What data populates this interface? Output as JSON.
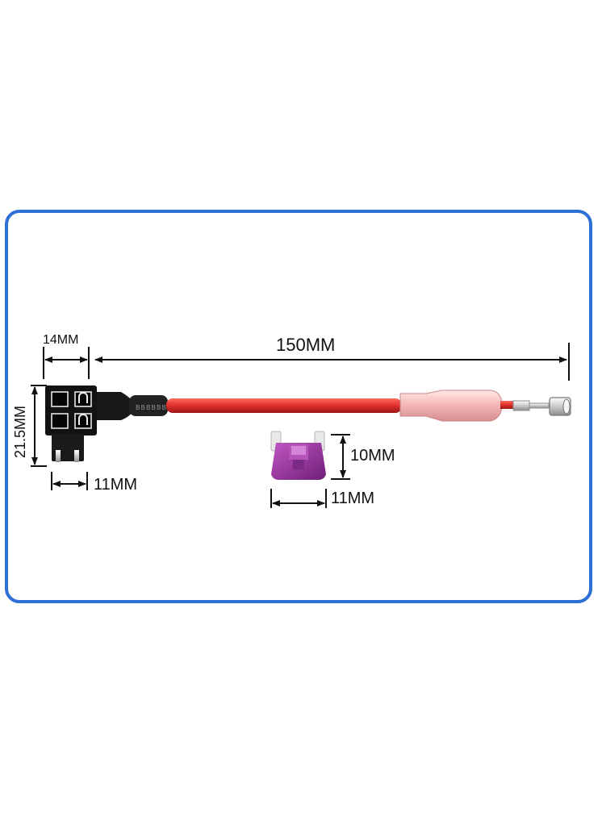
{
  "colors": {
    "frame_border": "#2d6fd6",
    "wire": "#e1332f",
    "holder": "#121212",
    "fuse_body": "#8e2e91",
    "dimension_line": "#111111"
  },
  "dimensions": {
    "overall_length": "150MM",
    "holder_width": "14MM",
    "holder_height": "21.5MM",
    "holder_blade_width": "11MM",
    "fuse_height": "10MM",
    "fuse_width": "11MM"
  },
  "icons": {
    "fuse_tap": "add-a-circuit-fuse-tap-icon",
    "mini_fuse": "mini-blade-fuse-icon",
    "terminal": "butt-connector-terminal-icon"
  }
}
